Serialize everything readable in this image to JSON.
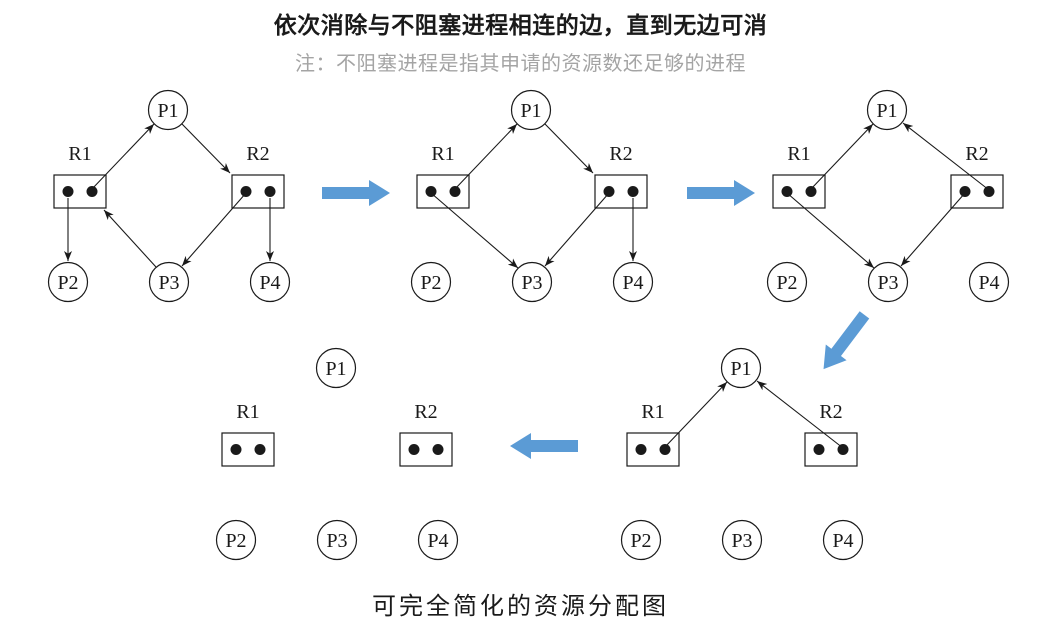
{
  "title": "依次消除与不阻塞进程相连的边，直到无边可消",
  "subtitle": "注：不阻塞进程是指其申请的资源数还足够的进程",
  "caption": "可完全简化的资源分配图",
  "colors": {
    "background": "#ffffff",
    "text": "#1a1a1a",
    "subtitle_text": "#a4a4a4",
    "diagram_line": "#1a1a1a",
    "node_fill": "#ffffff",
    "transition_arrow": "#5b9bd5"
  },
  "diagram": {
    "process_nodes": [
      "P1",
      "P2",
      "P3",
      "P4"
    ],
    "resource_nodes": [
      {
        "label": "R1",
        "units": 2
      },
      {
        "label": "R2",
        "units": 2
      }
    ],
    "stages": [
      {
        "name": "stage-1",
        "edges": [
          "R1->P1",
          "P1->R2",
          "R1->P2",
          "P3->R1",
          "R2->P3",
          "R2->P4"
        ]
      },
      {
        "name": "stage-2",
        "edges": [
          "R1->P1",
          "P1->R2",
          "R1->P3",
          "R2->P3",
          "R2->P4"
        ]
      },
      {
        "name": "stage-3",
        "edges": [
          "R1->P1",
          "R2->P1",
          "R1->P3",
          "R2->P3"
        ]
      },
      {
        "name": "stage-4",
        "edges": [
          "R1->P1",
          "R2->P1"
        ]
      },
      {
        "name": "stage-5",
        "edges": []
      }
    ],
    "transitions": [
      {
        "from": "stage-1",
        "to": "stage-2",
        "direction": "right"
      },
      {
        "from": "stage-2",
        "to": "stage-3",
        "direction": "right"
      },
      {
        "from": "stage-3",
        "to": "stage-4",
        "direction": "down-left"
      },
      {
        "from": "stage-4",
        "to": "stage-5",
        "direction": "left"
      }
    ]
  }
}
